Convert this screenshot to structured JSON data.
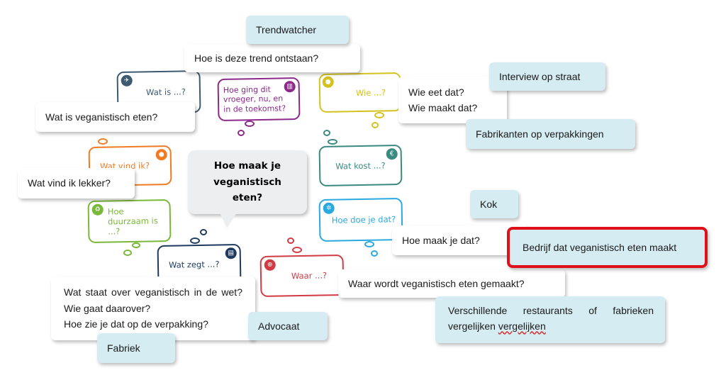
{
  "center": {
    "title": "Hoe maak je veganistisch eten?"
  },
  "bubbles": [
    {
      "label": "Wat is ...?",
      "color": "#3d5a73",
      "icon": "pin-icon"
    },
    {
      "label": "Hoe ging dit vroeger, nu, en in de toekomst?",
      "color": "#8b2a8b",
      "icon": "museum-icon"
    },
    {
      "label": "Wie ...?",
      "color": "#d4c21f",
      "icon": "people-icon"
    },
    {
      "label": "Wat vind ik?",
      "color": "#f07b22",
      "icon": "person-icon"
    },
    {
      "label": "Wat kost ...?",
      "color": "#3a8a80",
      "icon": "money-bag-icon"
    },
    {
      "label": "Hoe duurzaam is ...?",
      "color": "#7ab83a",
      "icon": "recycle-icon"
    },
    {
      "label": "Hoe doe je dat?",
      "color": "#2aa8e0",
      "icon": "gear-icon"
    },
    {
      "label": "Wat zegt ...?",
      "color": "#1f3a5f",
      "icon": "chat-icon"
    },
    {
      "label": "Waar ...?",
      "color": "#d23a44",
      "icon": "globe-icon"
    }
  ],
  "questions": {
    "trend": "Hoe is deze trend ontstaan?",
    "wat_is": "Wat is veganistisch eten?",
    "wie_1": "Wie eet dat?",
    "wie_2": "Wie maakt dat?",
    "lekker": "Wat vind ik lekker?",
    "maak": "Hoe maak je dat?",
    "waar": "Waar wordt veganistisch eten gemaakt?",
    "wet_1": "Wat staat over veganistisch in de wet? Wie gaat daarover?",
    "wet_2": "Hoe zie je dat op de verpakking?"
  },
  "sources": {
    "trendwatcher": "Trendwatcher",
    "interview": "Interview op straat",
    "fabrikanten": "Fabrikanten op verpakkingen",
    "kok": "Kok",
    "bedrijf": "Bedrijf dat veganistisch eten maakt",
    "advocaat": "Advocaat",
    "fabriek": "Fabriek",
    "verschillende": "Verschillende restaurants of fabrieken vergelijken",
    "verschillende_extra": "vergelijken"
  },
  "highlight_color": "#e0101a"
}
